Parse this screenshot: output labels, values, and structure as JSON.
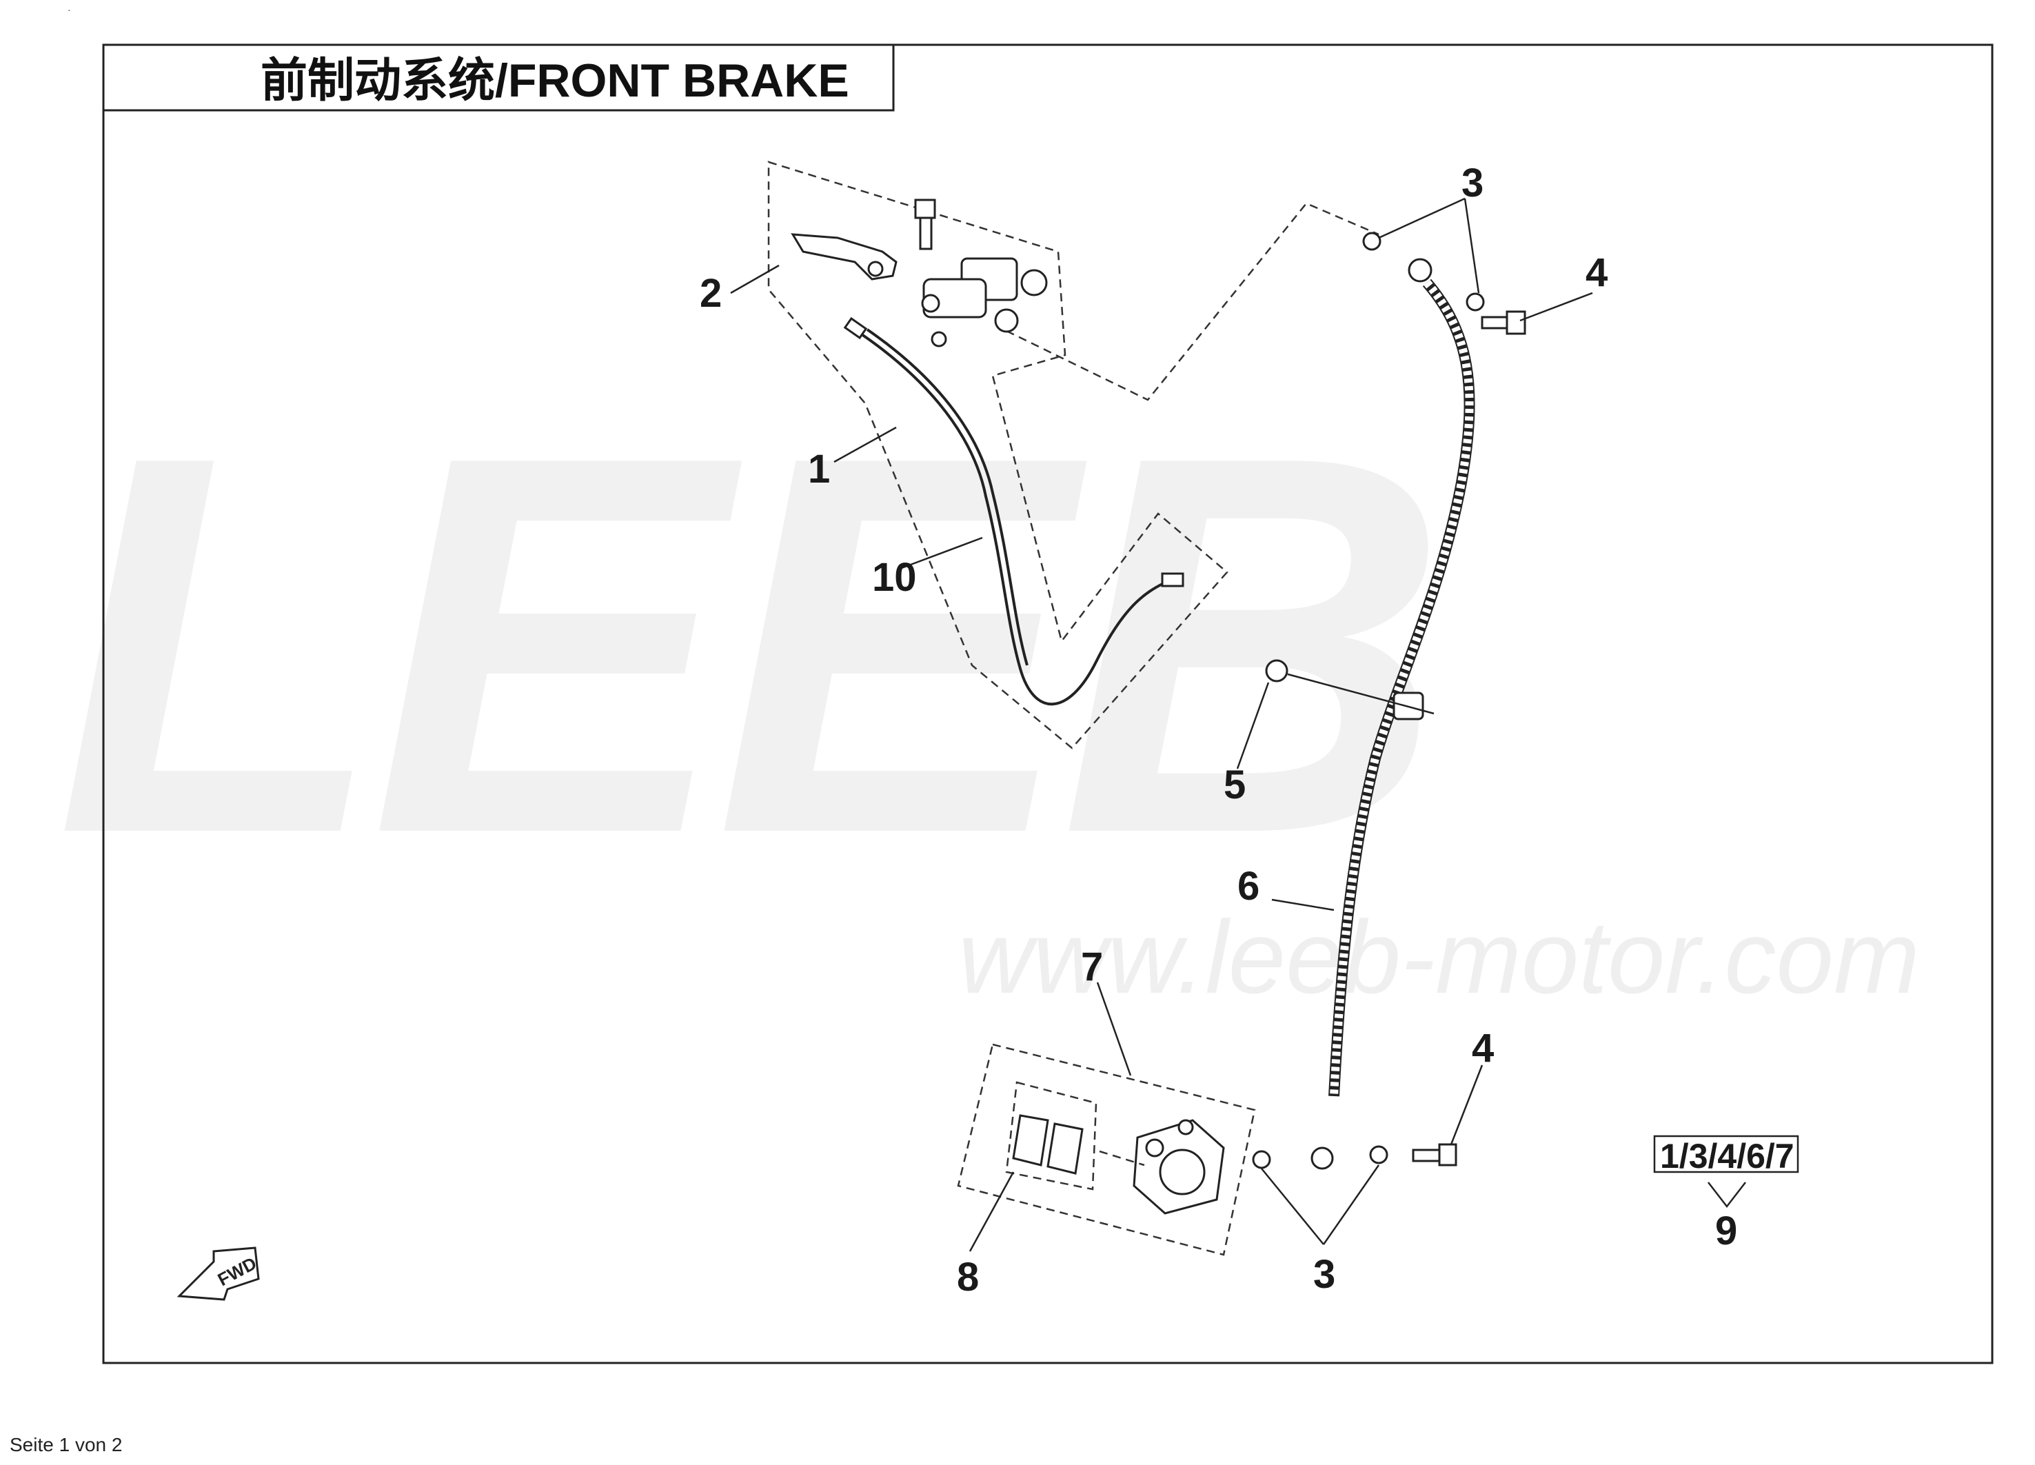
{
  "page": {
    "marker": "·",
    "footer": "Seite 1 von 2"
  },
  "diagram": {
    "title": "前制动系统/FRONT BRAKE",
    "watermark_logo": "LEEB",
    "watermark_url": "www.leeb-motor.com",
    "fwd_label": "FWD",
    "callouts": {
      "c1": "1",
      "c2": "2",
      "c3_top": "3",
      "c3_bottom": "3",
      "c4_top": "4",
      "c4_bottom": "4",
      "c5": "5",
      "c6": "6",
      "c7": "7",
      "c8": "8",
      "c9": "9",
      "c10": "10",
      "kit_box": "1/3/4/6/7"
    }
  }
}
